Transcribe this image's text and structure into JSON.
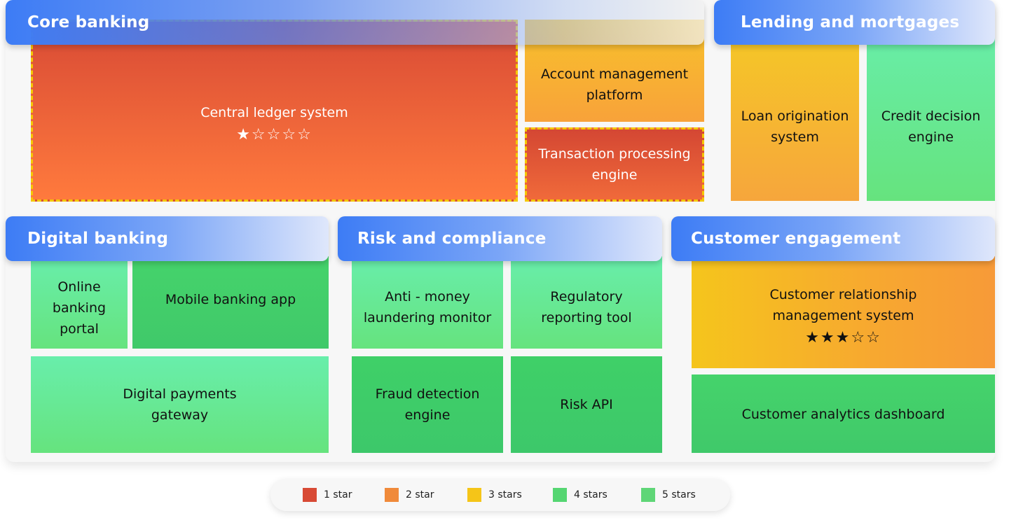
{
  "groups": {
    "core_banking": "Core banking",
    "lending": "Lending and mortgages",
    "digital_banking": "Digital banking",
    "risk": "Risk and compliance",
    "customer": "Customer engagement"
  },
  "tiles": {
    "central_ledger": {
      "label": "Central ledger system",
      "stars": 1,
      "max_stars": 5,
      "star_display": "★☆☆☆☆",
      "color": "#e05a38"
    },
    "account_mgmt": {
      "label": "Account management platform",
      "color": "#f7b630"
    },
    "transaction_proc": {
      "label": "Transaction processing engine",
      "color": "#e0553a"
    },
    "loan_origination": {
      "label": "Loan origination system",
      "color": "#f7b630"
    },
    "credit_decision": {
      "label": "Credit decision engine",
      "color": "#66e68f"
    },
    "online_banking": {
      "label": "Online banking portal",
      "color": "#66e68f"
    },
    "mobile_banking": {
      "label": "Mobile banking app",
      "color": "#45d06b"
    },
    "digital_payments": {
      "label": "Digital payments gateway",
      "color": "#66e68f"
    },
    "aml_monitor": {
      "label": "Anti - money laundering monitor",
      "color": "#66e68f"
    },
    "regulatory_tool": {
      "label": "Regulatory reporting tool",
      "color": "#66e68f"
    },
    "fraud_detection": {
      "label": "Fraud detection engine",
      "color": "#45d06b"
    },
    "risk_api": {
      "label": "Risk API",
      "color": "#45d06b"
    },
    "crm": {
      "label": "Customer relationship management system",
      "stars": 3,
      "max_stars": 5,
      "star_display": "★★★☆☆",
      "color": "#f7b22c"
    },
    "cust_analytics": {
      "label": "Customer analytics dashboard",
      "color": "#45d06b"
    }
  },
  "legend": [
    {
      "label": "1 star",
      "color": "#d84a35"
    },
    {
      "label": "2 star",
      "color": "#f08a3a"
    },
    {
      "label": "3 stars",
      "color": "#f5c518"
    },
    {
      "label": "4 stars",
      "color": "#55d672"
    },
    {
      "label": "5 stars",
      "color": "#5fd677"
    }
  ]
}
